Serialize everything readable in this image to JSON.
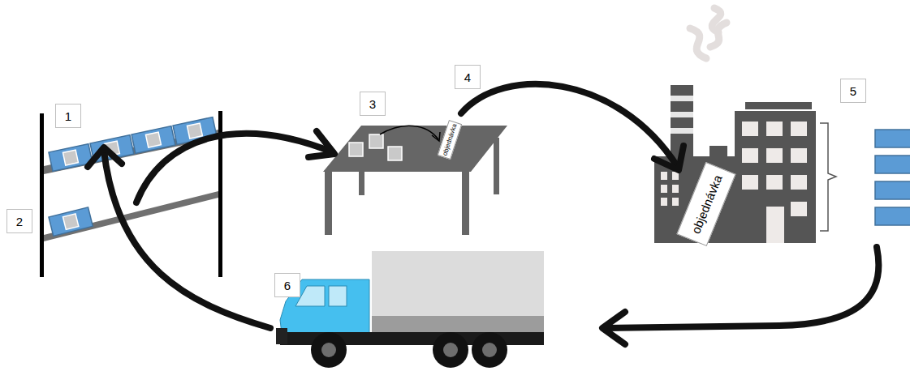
{
  "diagram": {
    "nodes": [
      {
        "text": [
          "1"
        ]
      },
      {
        "text": [
          "2"
        ]
      },
      {
        "text": [
          "3"
        ]
      },
      {
        "text": [
          "objednávka"
        ]
      },
      {
        "text": [
          "4"
        ]
      },
      {
        "text": [
          "5"
        ]
      },
      {
        "text": [
          "objednávka"
        ]
      },
      {
        "text": [
          "6"
        ]
      }
    ]
  }
}
